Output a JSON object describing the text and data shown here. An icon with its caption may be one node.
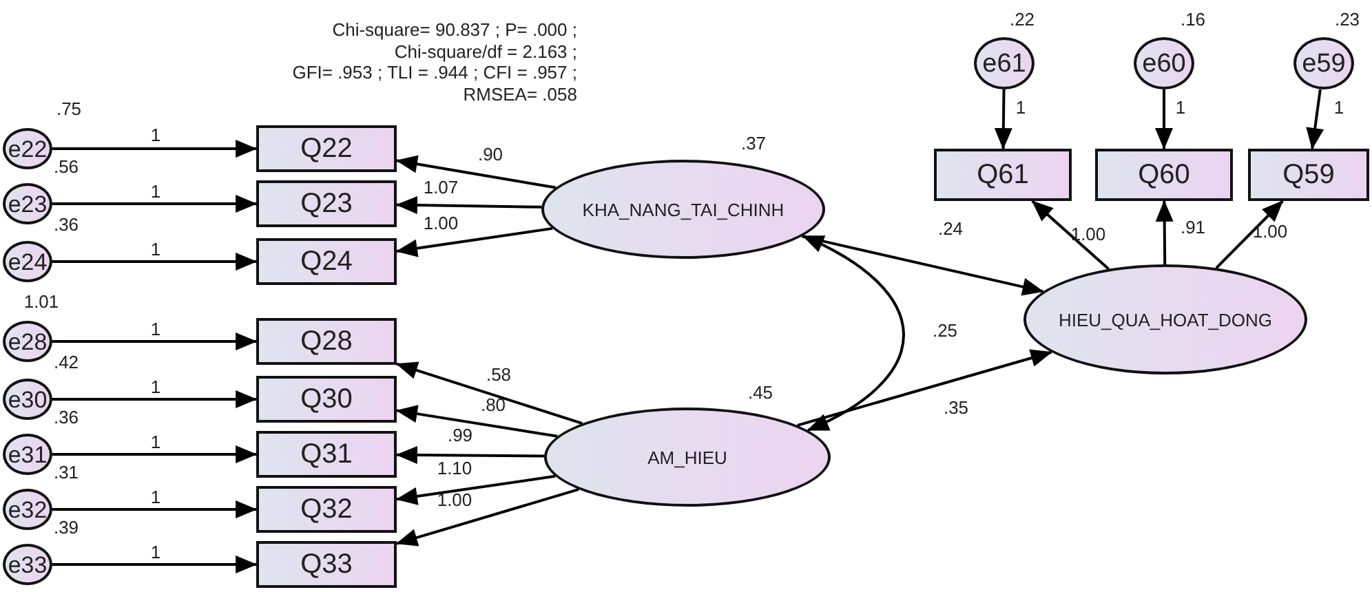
{
  "diagram": {
    "nodes": [
      {
        "text": [
          "e22"
        ],
        "beside": [
          ".75"
        ]
      },
      {
        "text": [
          "Q22"
        ]
      },
      {
        "text": [
          "e23"
        ],
        "beside": [
          ".56"
        ]
      },
      {
        "text": [
          "Q23"
        ]
      },
      {
        "text": [
          "e24"
        ],
        "beside": [
          ".36"
        ]
      },
      {
        "text": [
          "Q24"
        ]
      },
      {
        "text": [
          "e28"
        ],
        "beside": [
          "1.01"
        ]
      },
      {
        "text": [
          "Q28"
        ]
      },
      {
        "text": [
          "e30"
        ],
        "beside": [
          ".42"
        ]
      },
      {
        "text": [
          "Q30"
        ]
      },
      {
        "text": [
          "e31"
        ],
        "beside": [
          ".36"
        ]
      },
      {
        "text": [
          "Q31"
        ]
      },
      {
        "text": [
          "e32"
        ],
        "beside": [
          ".31"
        ]
      },
      {
        "text": [
          "Q32"
        ]
      },
      {
        "text": [
          "e33"
        ],
        "beside": [
          ".39"
        ]
      },
      {
        "text": [
          "Q33"
        ]
      },
      {
        "text": [
          "KHA_NANG_TAI_CHINH"
        ],
        "beside": [
          ".37"
        ]
      },
      {
        "text": [
          "AM_HIEU"
        ],
        "beside": [
          ".45"
        ]
      },
      {
        "text": [
          "e61"
        ],
        "beside": [
          ".22"
        ]
      },
      {
        "text": [
          "e60"
        ],
        "beside": [
          ".16"
        ]
      },
      {
        "text": [
          "e59"
        ],
        "beside": [
          ".23"
        ]
      },
      {
        "text": [
          "Q61"
        ]
      },
      {
        "text": [
          "Q60"
        ]
      },
      {
        "text": [
          "Q59"
        ]
      },
      {
        "text": [
          "HIEU_QUA_HOAT_DONG"
        ]
      }
    ],
    "edges": [
      {
        "from": 0,
        "to": 1,
        "arrow": "to",
        "label": "1"
      },
      {
        "from": 2,
        "to": 3,
        "arrow": "to",
        "label": "1"
      },
      {
        "from": 4,
        "to": 5,
        "arrow": "to",
        "label": "1"
      },
      {
        "from": 6,
        "to": 7,
        "arrow": "to",
        "label": "1"
      },
      {
        "from": 8,
        "to": 9,
        "arrow": "to",
        "label": "1"
      },
      {
        "from": 10,
        "to": 11,
        "arrow": "to",
        "label": "1"
      },
      {
        "from": 12,
        "to": 13,
        "arrow": "to",
        "label": "1"
      },
      {
        "from": 14,
        "to": 15,
        "arrow": "to",
        "label": "1"
      },
      {
        "from": 16,
        "to": 1,
        "arrow": "to",
        "label": ".90"
      },
      {
        "from": 16,
        "to": 3,
        "arrow": "to",
        "label": "1.07"
      },
      {
        "from": 16,
        "to": 5,
        "arrow": "to",
        "label": "1.00"
      },
      {
        "from": 17,
        "to": 7,
        "arrow": "to",
        "label": ".58"
      },
      {
        "from": 17,
        "to": 9,
        "arrow": "to",
        "label": ".80"
      },
      {
        "from": 17,
        "to": 11,
        "arrow": "to",
        "label": ".99"
      },
      {
        "from": 17,
        "to": 13,
        "arrow": "to",
        "label": "1.10"
      },
      {
        "from": 17,
        "to": 15,
        "arrow": "to",
        "label": "1.00"
      },
      {
        "from": 16,
        "to": 24,
        "arrow": "to",
        "label": ".24"
      },
      {
        "from": 17,
        "to": 24,
        "arrow": "to",
        "label": ".35"
      },
      {
        "from": 16,
        "to": 17,
        "arrow": "both",
        "label": ".25"
      },
      {
        "from": 18,
        "to": 21,
        "arrow": "to",
        "label": "1"
      },
      {
        "from": 19,
        "to": 22,
        "arrow": "to",
        "label": "1"
      },
      {
        "from": 20,
        "to": 23,
        "arrow": "to",
        "label": "1"
      },
      {
        "from": 24,
        "to": 21,
        "arrow": "to",
        "label": "1.00"
      },
      {
        "from": 24,
        "to": 22,
        "arrow": "to",
        "label": ".91"
      },
      {
        "from": 24,
        "to": 23,
        "arrow": "to",
        "label": "1.00"
      }
    ],
    "labels": [
      "Chi-square= 90.837 ; P= .000 ;",
      "Chi-square/df = 2.163 ;",
      "GFI= .953 ; TLI = .944 ; CFI = .957 ;",
      "RMSEA= .058"
    ]
  }
}
